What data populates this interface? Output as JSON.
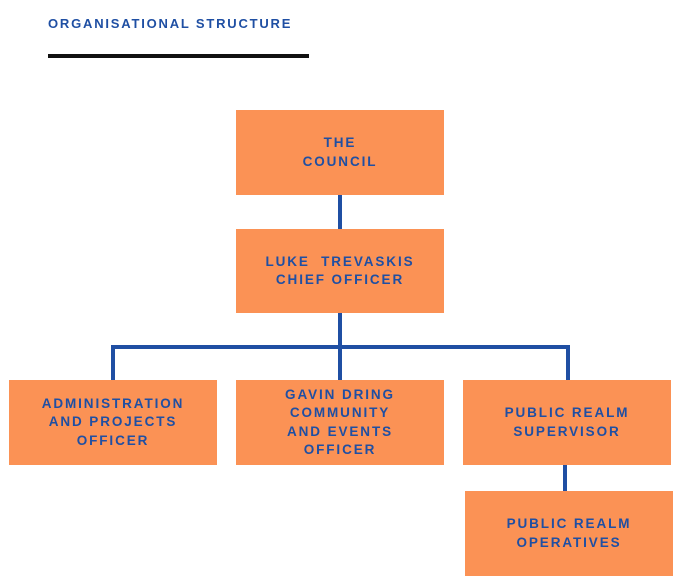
{
  "header": {
    "title": "ORGANISATIONAL STRUCTURE"
  },
  "colors": {
    "box_fill": "#fb9255",
    "text": "#1f4fa3",
    "connector": "#1f4fa3",
    "rule": "#111111"
  },
  "org_chart": {
    "council": {
      "lines": [
        "THE",
        "COUNCIL"
      ]
    },
    "chief": {
      "lines": [
        "LUKE  TREVASKIS",
        "CHIEF OFFICER"
      ]
    },
    "admin": {
      "lines": [
        "ADMINISTRATION",
        "AND PROJECTS",
        "OFFICER"
      ]
    },
    "community": {
      "lines": [
        "GAVIN DRING",
        "COMMUNITY",
        "AND EVENTS",
        "OFFICER"
      ]
    },
    "supervisor": {
      "lines": [
        "PUBLIC REALM",
        "SUPERVISOR"
      ]
    },
    "operatives": {
      "lines": [
        "PUBLIC REALM",
        "OPERATIVES"
      ]
    }
  }
}
